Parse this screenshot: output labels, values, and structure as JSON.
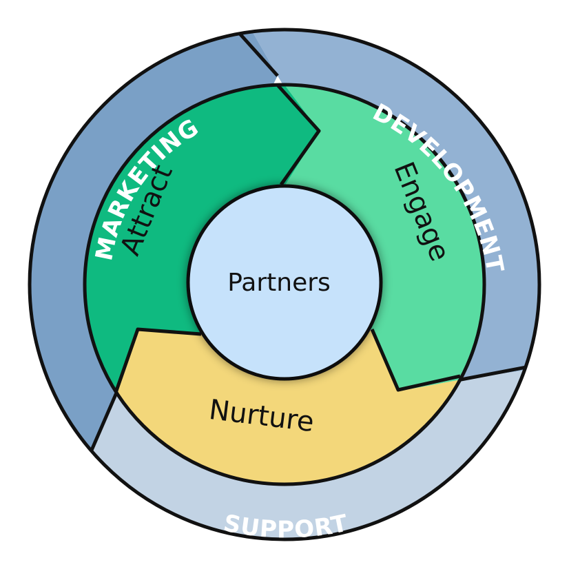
{
  "outer_ring": {
    "marketing": "MARKETING",
    "development": "DEVELOPMENT",
    "support": "SUPPORT"
  },
  "stages": {
    "attract": "Attract",
    "engage": "Engage",
    "nurture": "Nurture"
  },
  "center": "Partners",
  "colors": {
    "marketing": "#7aa0c6",
    "development": "#93b2d3",
    "support": "#c2d3e4",
    "attract": "#0fba80",
    "engage": "#59dca2",
    "nurture": "#f3d77a",
    "center": "#c6e2fb",
    "outline": "#111111"
  }
}
